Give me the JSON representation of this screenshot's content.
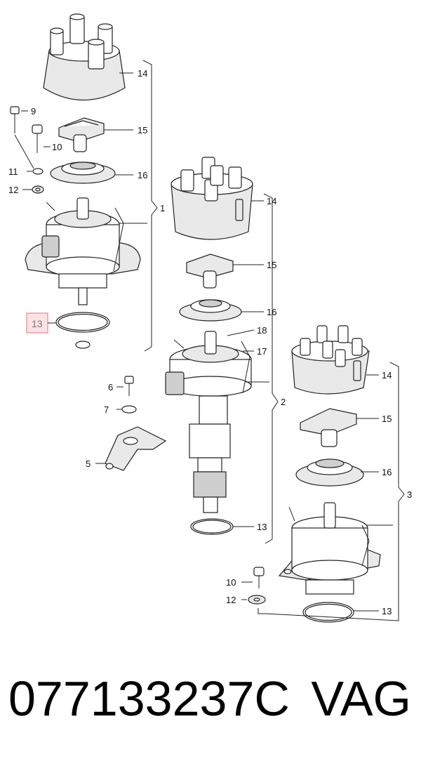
{
  "diagram": {
    "callouts": {
      "group1": {
        "cap": "14",
        "rotor": "15",
        "shield": "16",
        "bolt": "9",
        "screw": "10",
        "clip": "11",
        "washer": "12",
        "oring_highlighted": "13",
        "group": "1"
      },
      "group2": {
        "cap": "14",
        "rotor": "15",
        "shield": "16",
        "shaft_ring": "18",
        "spring_clip": "17",
        "oring": "13",
        "group": "2"
      },
      "bracket": {
        "bolt": "6",
        "washer": "7",
        "clamp": "5"
      },
      "group3": {
        "cap": "14",
        "rotor": "15",
        "shield": "16",
        "oring": "13",
        "screw": "10",
        "washer": "12",
        "group": "3"
      }
    },
    "highlight_color": "#e48a8a"
  },
  "footer": {
    "part_number": "077133237C",
    "brand": "VAG"
  }
}
